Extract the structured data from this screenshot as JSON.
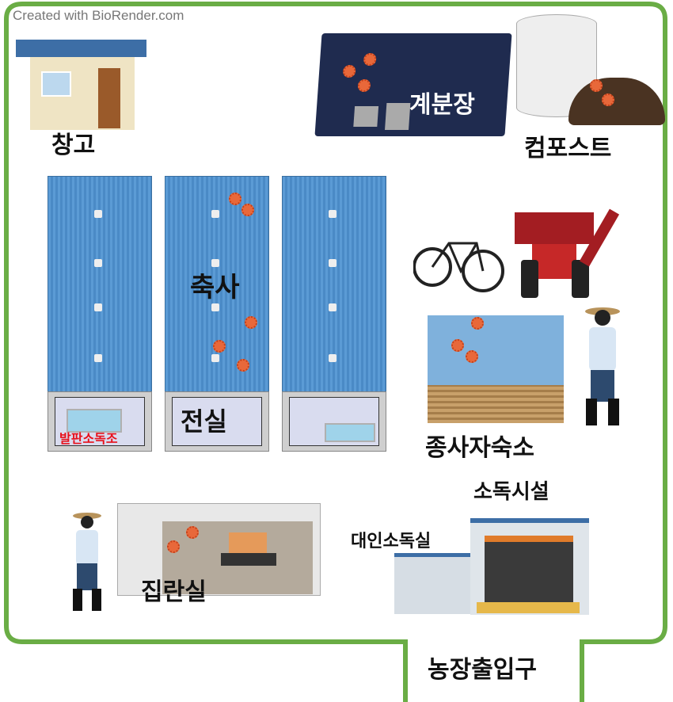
{
  "credit": "Created with BioRender.com",
  "labels": {
    "storage": "창고",
    "manure_shed": "계분장",
    "compost": "컴포스트",
    "barn": "축사",
    "anteroom": "전실",
    "footbath": "발판소독조",
    "staff_dorm": "종사자숙소",
    "disinfection_facility": "소독시설",
    "personnel_disinfection_room": "대인소독실",
    "egg_collection_room": "집란실",
    "farm_entrance": "농장출입구"
  },
  "colors": {
    "border": "#6aad45",
    "barn": "#5b9bd5",
    "footbath_text": "#e8101a",
    "virus": "#e8683a"
  }
}
